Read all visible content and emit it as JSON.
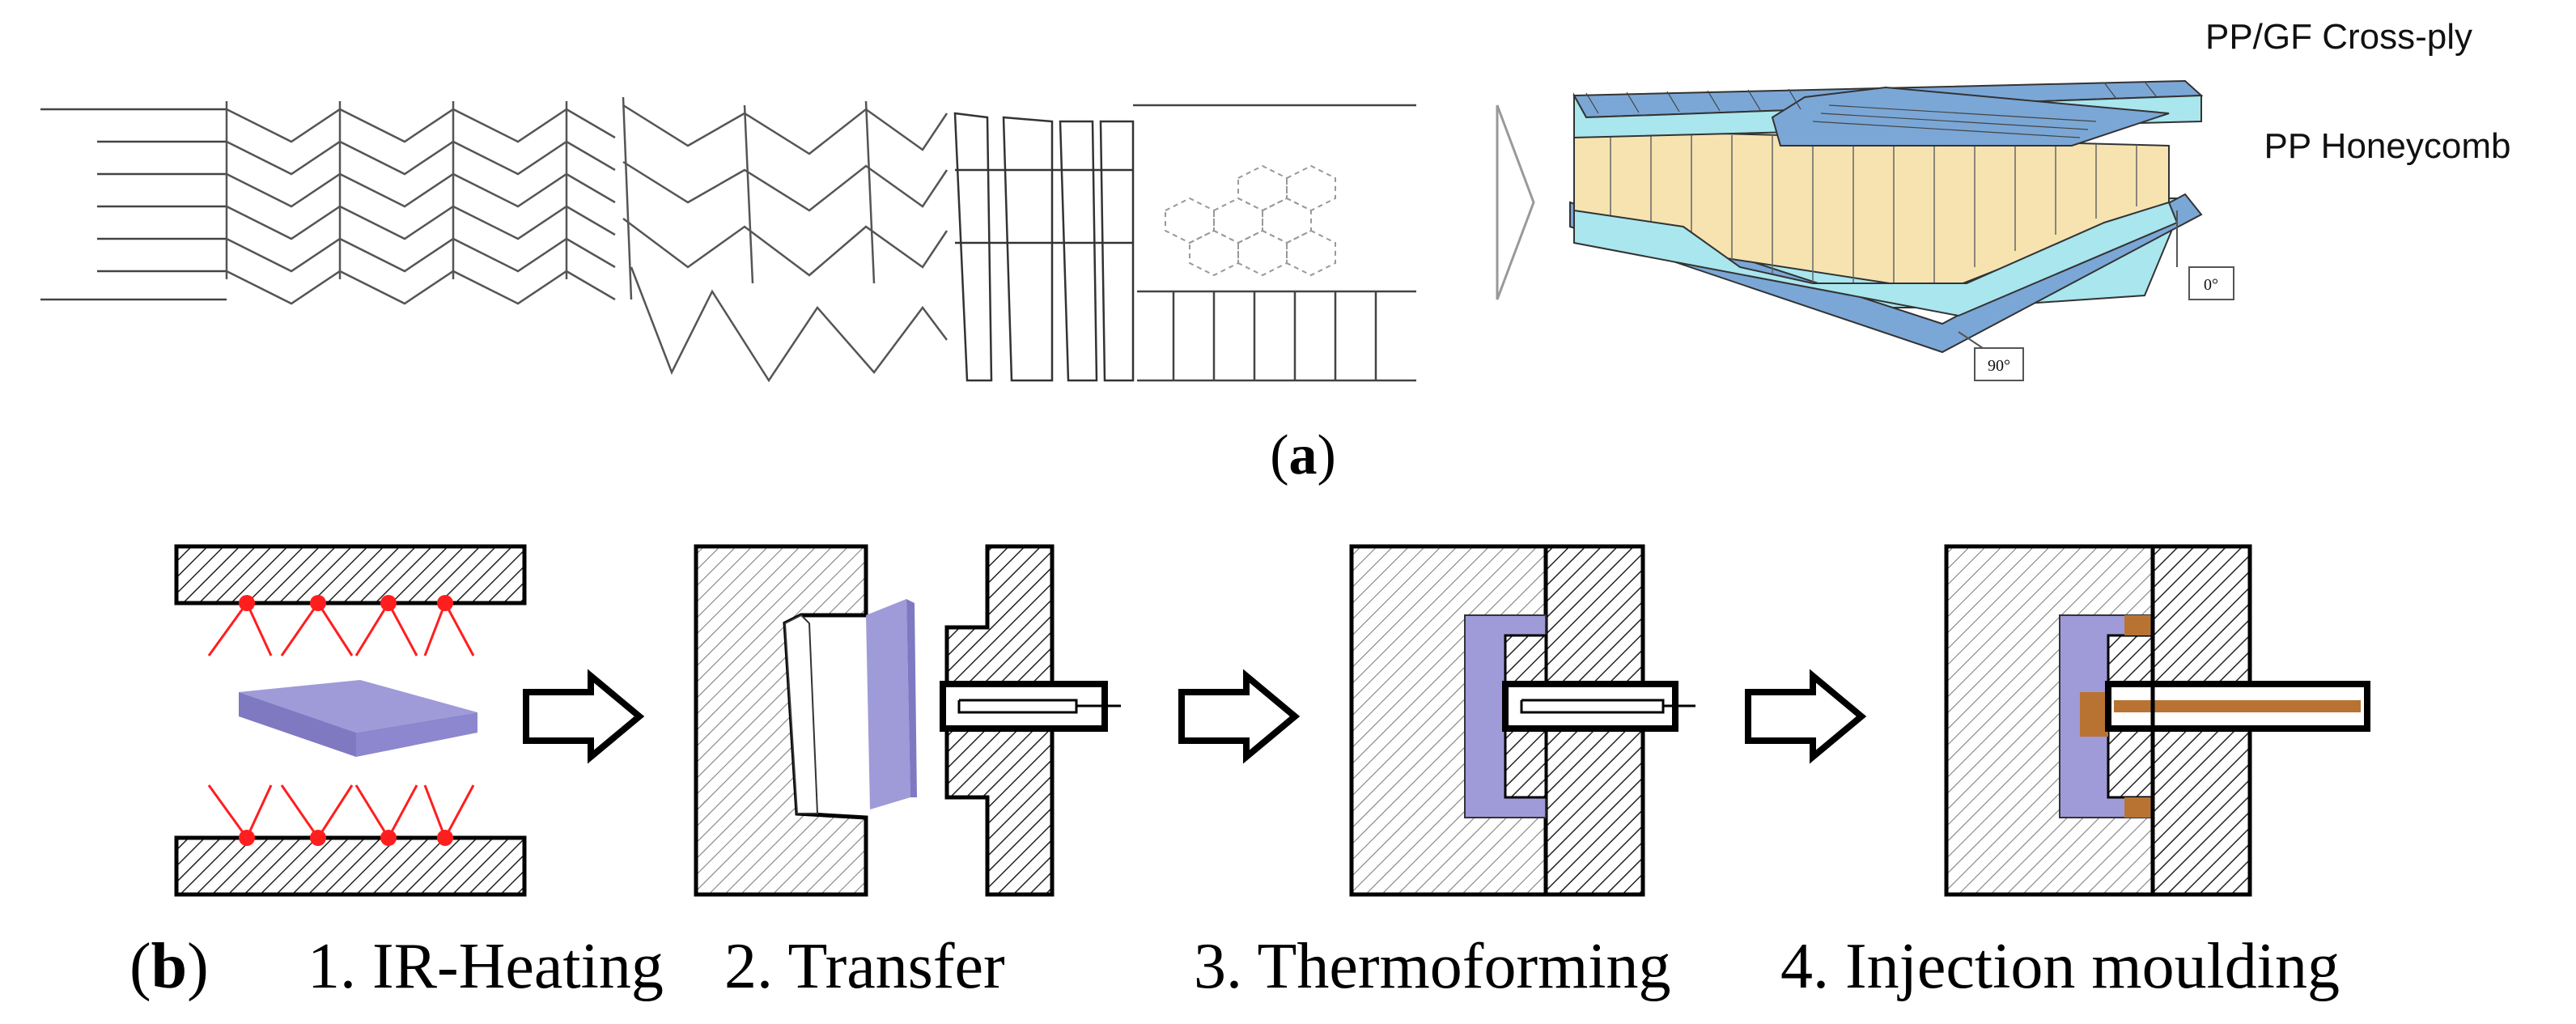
{
  "panel_a": {
    "label_open": "(",
    "label_letter": "a",
    "label_close": ")",
    "top_layer_label": "PP/GF Cross-ply",
    "core_label": "PP Honeycomb",
    "angle_0": "0°",
    "angle_90": "90°"
  },
  "panel_b": {
    "label_open": "(",
    "label_letter": "b",
    "label_close": ")",
    "steps": [
      "1. IR-Heating",
      "2. Transfer",
      "3. Thermoforming",
      "4. Injection moulding"
    ]
  },
  "colors": {
    "ply_blue": "#7ba7d6",
    "ply_light": "#a9e6ee",
    "honeycomb": "#f6e3b0",
    "sheet_purple": "#9f9ad8",
    "ir_red": "#ff1e1e",
    "injection_brown": "#b87333"
  },
  "icons": [
    "arrow-right-icon"
  ]
}
